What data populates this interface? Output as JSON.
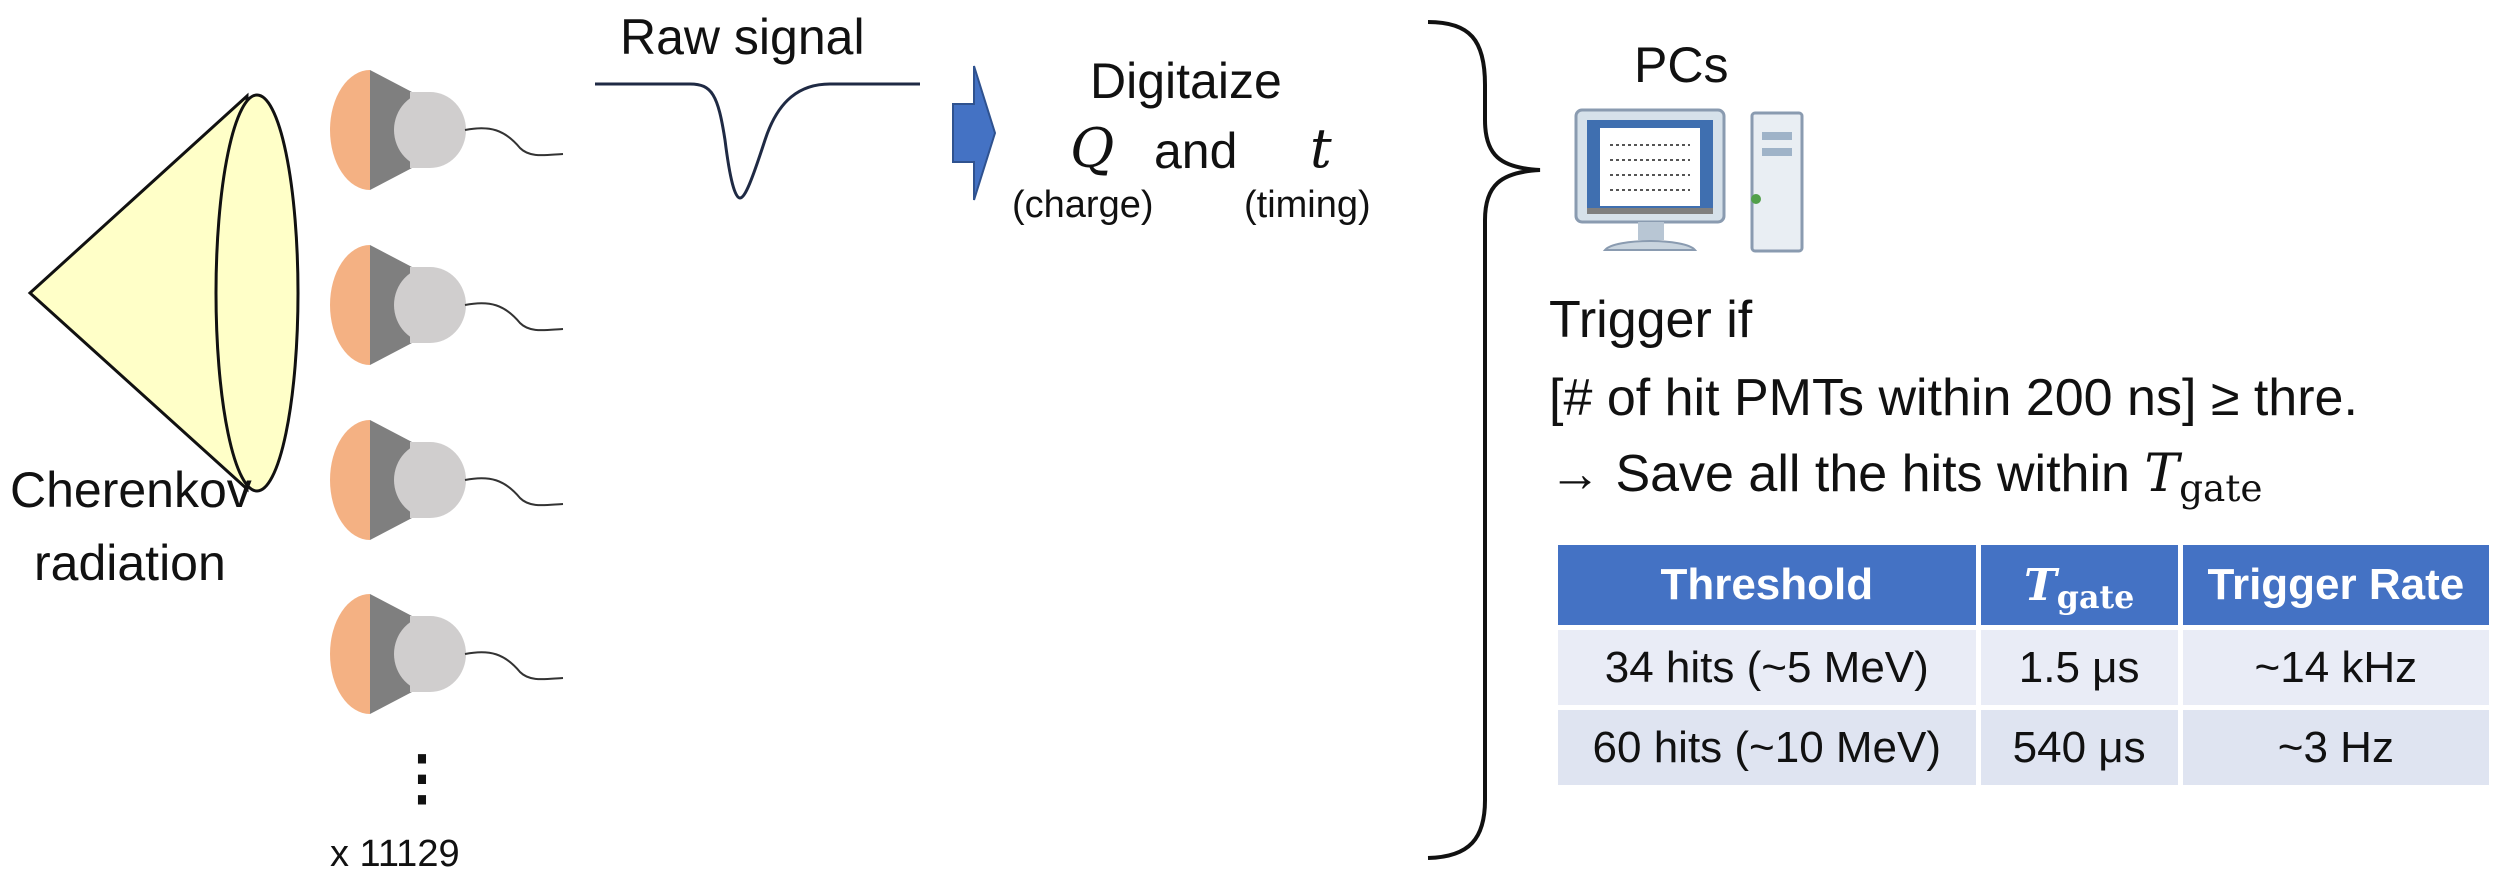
{
  "cherenkov": {
    "line1": "Cherenkov",
    "line2": "radiation"
  },
  "pmt_count": "x 11129",
  "vdots": "⋮",
  "raw_signal": "Raw signal",
  "digitize": {
    "title": "Digitaize",
    "q_symbol": "Q",
    "and_word": "and",
    "t_symbol": "t",
    "q_label": "(charge)",
    "t_label": "(timing)"
  },
  "pcs_label": "PCs",
  "trigger": {
    "line1": "Trigger if",
    "line2": "[# of hit PMTs within 200 ns] ≥ thre.",
    "line3_prefix": "→ Save all the hits within ",
    "gate_symbol": "T",
    "gate_sub": "gate"
  },
  "table": {
    "headers": {
      "threshold": "Threshold",
      "gate_symbol": "T",
      "gate_sub": "gate",
      "rate": "Trigger Rate"
    },
    "rows": [
      {
        "threshold": "34 hits (~5 MeV)",
        "gate": "1.5 μs",
        "rate": "~14 kHz"
      },
      {
        "threshold": "60 hits (~10 MeV)",
        "gate": "540 μs",
        "rate": "~3 Hz"
      }
    ]
  },
  "colors": {
    "cone_fill": "#ffffc8",
    "pmt_orange": "#f4b183",
    "pmt_dark": "#7f7f7f",
    "pmt_light": "#d0cece",
    "arrow_blue": "#4472c4",
    "table_header": "#4472c4",
    "table_row": "#e9ecf6"
  }
}
